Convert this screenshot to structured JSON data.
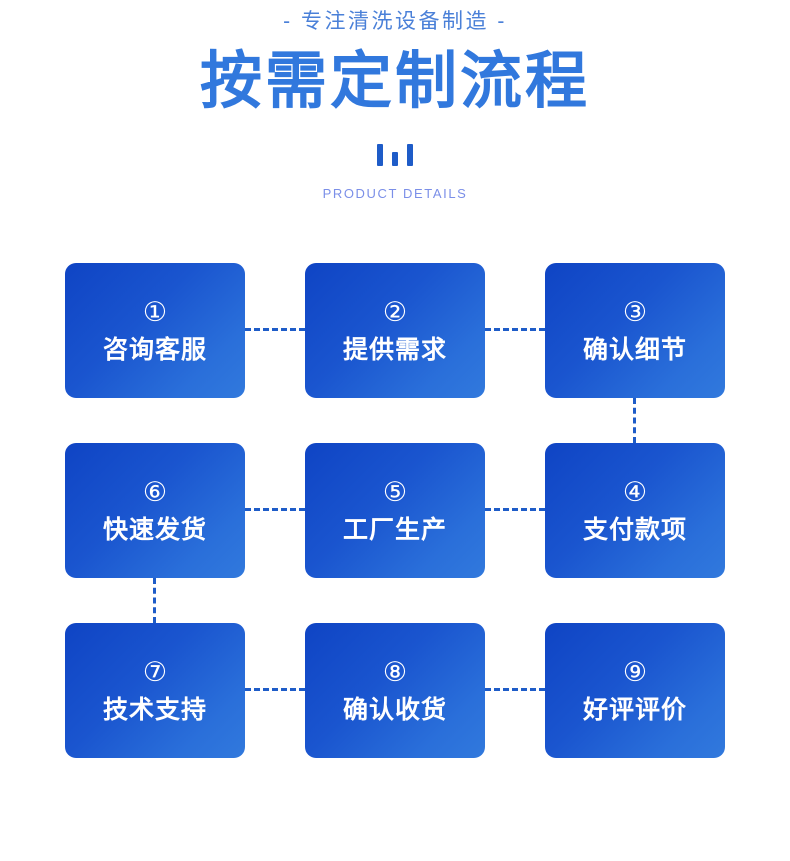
{
  "header": {
    "tagline": "- 专注清洗设备制造 -",
    "title": "按需定制流程",
    "sub_caption": "PRODUCT DETAILS",
    "decoration": "three-vertical-bars"
  },
  "colors": {
    "title_blue": "#3178dd",
    "tagline_blue": "#4a80d8",
    "caption_blue": "#7b8fe8",
    "box_gradient_start": "#0f44c4",
    "box_gradient_end": "#3179dd",
    "connector_blue": "#1e5cc8",
    "background": "#ffffff"
  },
  "flow": {
    "rows": [
      {
        "direction": "left-to-right",
        "steps": [
          {
            "num": "①",
            "label": "咨询客服"
          },
          {
            "num": "②",
            "label": "提供需求"
          },
          {
            "num": "③",
            "label": "确认细节"
          }
        ]
      },
      {
        "direction": "right-to-left",
        "steps": [
          {
            "num": "⑥",
            "label": "快速发货"
          },
          {
            "num": "⑤",
            "label": "工厂生产"
          },
          {
            "num": "④",
            "label": "支付款项"
          }
        ]
      },
      {
        "direction": "left-to-right",
        "steps": [
          {
            "num": "⑦",
            "label": "技术支持"
          },
          {
            "num": "⑧",
            "label": "确认收货"
          },
          {
            "num": "⑨",
            "label": "好评评价"
          }
        ]
      }
    ]
  }
}
